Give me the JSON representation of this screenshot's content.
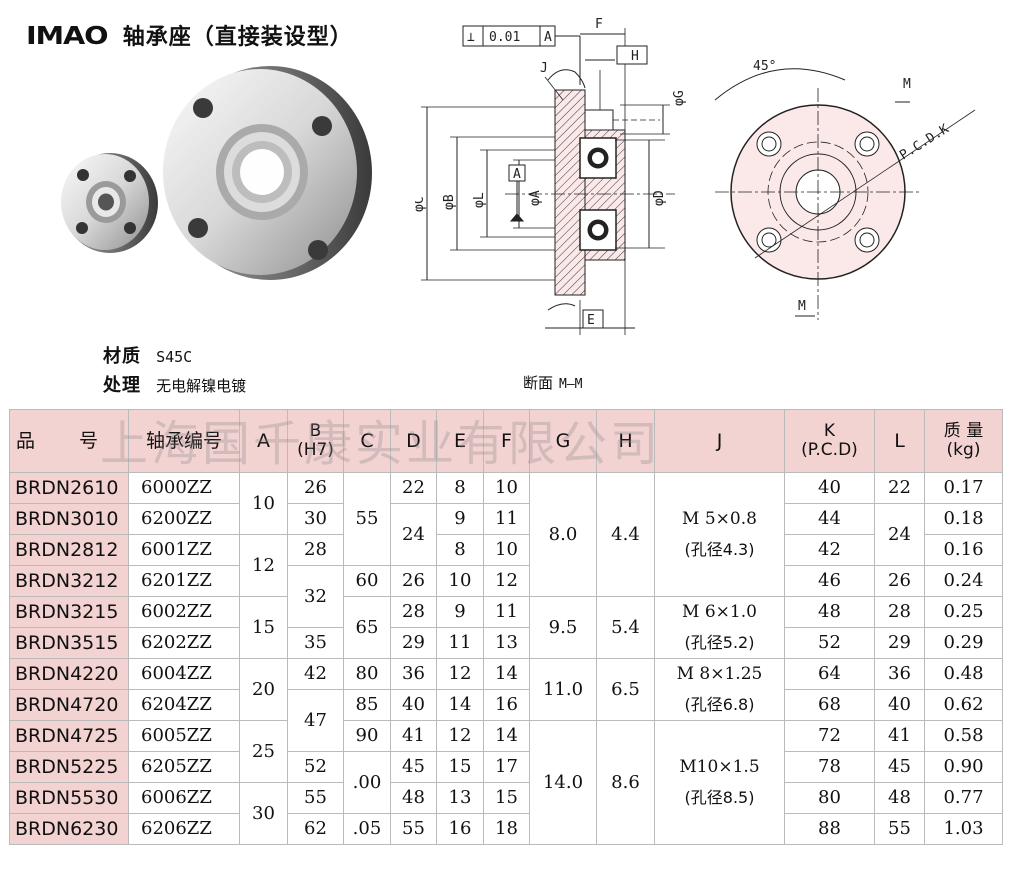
{
  "header": {
    "brand": "IMAO",
    "title": "轴承座（直接装设型）"
  },
  "specs": {
    "material_label": "材质",
    "material_value": "S45C",
    "treatment_label": "处理",
    "treatment_value": "无电解镍电镀"
  },
  "drawing": {
    "tolerance_symbol": "⊥",
    "tolerance_value": "0.01",
    "datum": "A",
    "dim_F": "F",
    "dim_H": "H",
    "dim_J": "J",
    "dim_G": "φG",
    "dim_C": "φC",
    "dim_B": "φB",
    "dim_L": "φL",
    "dim_A": "φA",
    "dim_D": "φD",
    "dim_E": "E",
    "angle": "45°",
    "pcd": "P.C.D.K",
    "section_mark": "M",
    "section_label": "断面",
    "section_name": "M–M"
  },
  "watermark": "上海国千康实业有限公司",
  "table": {
    "headers": {
      "part_no": "品　　号",
      "bearing": "轴承编号",
      "A": "A",
      "B1": "B",
      "B2": "(H7)",
      "C": "C",
      "D": "D",
      "E": "E",
      "F": "F",
      "G": "G",
      "H": "H",
      "J": "J",
      "K1": "K",
      "K2": "(P.C.D)",
      "L": "L",
      "W1": "质 量",
      "W2": "(kg)"
    },
    "part_numbers": [
      "BRDN2610",
      "BRDN3010",
      "BRDN2812",
      "BRDN3212",
      "BRDN3215",
      "BRDN3515",
      "BRDN4220",
      "BRDN4720",
      "BRDN4725",
      "BRDN5225",
      "BRDN5530",
      "BRDN6230"
    ],
    "bearings": [
      "6000ZZ",
      "6200ZZ",
      "6001ZZ",
      "6201ZZ",
      "6002ZZ",
      "6202ZZ",
      "6004ZZ",
      "6204ZZ",
      "6005ZZ",
      "6205ZZ",
      "6006ZZ",
      "6206ZZ"
    ],
    "A": [
      "10",
      "12",
      "15",
      "20",
      "25",
      "30"
    ],
    "B": [
      "26",
      "30",
      "28",
      "32",
      "35",
      "42",
      "47",
      "52",
      "55",
      "62"
    ],
    "C": [
      "55",
      "60",
      "65",
      "80",
      "85",
      "90",
      ".00",
      ".05"
    ],
    "D": [
      "22",
      "24",
      "26",
      "28",
      "29",
      "36",
      "40",
      "41",
      "45",
      "48",
      "55"
    ],
    "E": [
      "8",
      "9",
      "8",
      "10",
      "9",
      "11",
      "12",
      "14",
      "12",
      "15",
      "13",
      "16"
    ],
    "F": [
      "10",
      "11",
      "10",
      "12",
      "11",
      "13",
      "14",
      "16",
      "14",
      "17",
      "15",
      "18"
    ],
    "G": [
      "8.0",
      "9.5",
      "11.0",
      "14.0"
    ],
    "H": [
      "4.4",
      "5.4",
      "6.5",
      "8.6"
    ],
    "J": [
      {
        "thread": "M 5×0.8",
        "hole": "(孔径4.3)"
      },
      {
        "thread": "M 6×1.0",
        "hole": "(孔径5.2)"
      },
      {
        "thread": "M 8×1.25",
        "hole": "(孔径6.8)"
      },
      {
        "thread": "M10×1.5",
        "hole": "(孔径8.5)"
      }
    ],
    "K": [
      "40",
      "44",
      "42",
      "46",
      "48",
      "52",
      "64",
      "68",
      "72",
      "78",
      "80",
      "88"
    ],
    "L": [
      "22",
      "24",
      "26",
      "28",
      "29",
      "36",
      "40",
      "41",
      "45",
      "48",
      "55"
    ],
    "W": [
      "0.17",
      "0.18",
      "0.16",
      "0.24",
      "0.25",
      "0.29",
      "0.48",
      "0.62",
      "0.58",
      "0.90",
      "0.77",
      "1.03"
    ]
  }
}
